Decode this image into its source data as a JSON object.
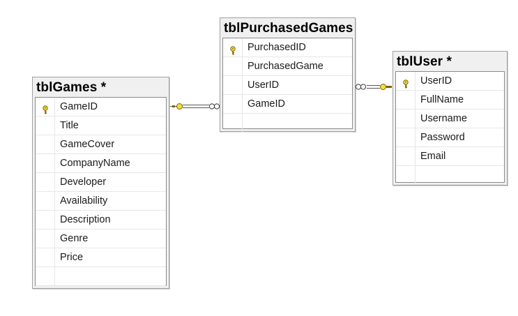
{
  "tables": [
    {
      "id": "tblGames",
      "title": "tblGames *",
      "columns": [
        {
          "name": "GameID",
          "primary_key": true
        },
        {
          "name": "Title",
          "primary_key": false
        },
        {
          "name": "GameCover",
          "primary_key": false
        },
        {
          "name": "CompanyName",
          "primary_key": false
        },
        {
          "name": "Developer",
          "primary_key": false
        },
        {
          "name": "Availability",
          "primary_key": false
        },
        {
          "name": "Description",
          "primary_key": false
        },
        {
          "name": "Genre",
          "primary_key": false
        },
        {
          "name": "Price",
          "primary_key": false
        }
      ]
    },
    {
      "id": "tblPurchasedGames",
      "title": "tblPurchasedGames",
      "columns": [
        {
          "name": "PurchasedID",
          "primary_key": true
        },
        {
          "name": "PurchasedGame",
          "primary_key": false
        },
        {
          "name": "UserID",
          "primary_key": false
        },
        {
          "name": "GameID",
          "primary_key": false
        }
      ]
    },
    {
      "id": "tblUser",
      "title": "tblUser *",
      "columns": [
        {
          "name": "UserID",
          "primary_key": true
        },
        {
          "name": "FullName",
          "primary_key": false
        },
        {
          "name": "Username",
          "primary_key": false
        },
        {
          "name": "Password",
          "primary_key": false
        },
        {
          "name": "Email",
          "primary_key": false
        }
      ]
    }
  ],
  "relationships": [
    {
      "one_table": "tblGames",
      "one_column": "GameID",
      "many_table": "tblPurchasedGames",
      "many_column": "GameID"
    },
    {
      "one_table": "tblUser",
      "one_column": "UserID",
      "many_table": "tblPurchasedGames",
      "many_column": "UserID"
    }
  ],
  "colors": {
    "key_fill": "#f0e040",
    "key_stroke": "#806000",
    "connector": "#555555",
    "title_background": "#f0f0f0"
  }
}
